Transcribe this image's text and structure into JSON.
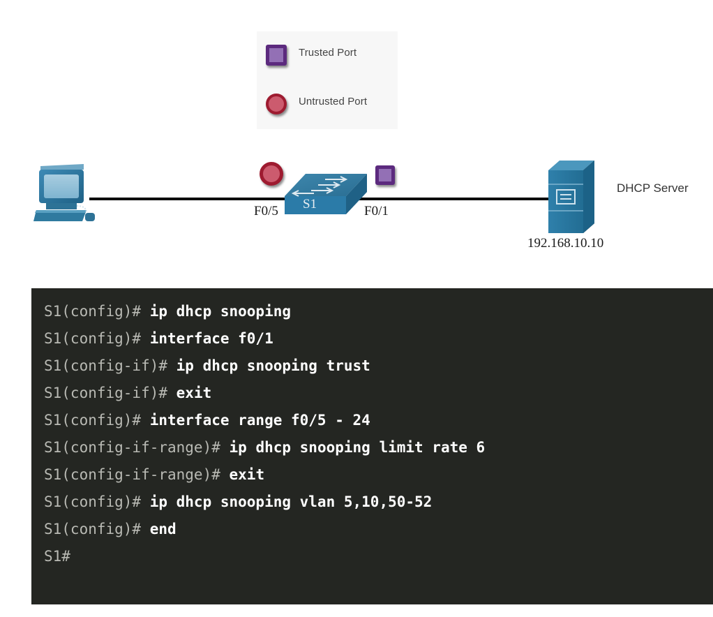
{
  "legend": {
    "items": [
      {
        "icon": "purple-square-icon",
        "label": "Trusted Port"
      },
      {
        "icon": "red-circle-icon",
        "label": "Untrusted Port"
      }
    ]
  },
  "topology": {
    "pc": {
      "icon": "desktop-computer-icon"
    },
    "switch": {
      "icon": "switch-icon",
      "name": "S1"
    },
    "server": {
      "icon": "server-icon",
      "name": "DHCP Server",
      "ip": "192.168.10.10"
    },
    "ports": [
      {
        "label": "F0/5",
        "marker": "red-circle-icon",
        "type": "untrusted"
      },
      {
        "label": "F0/1",
        "marker": "purple-square-icon",
        "type": "trusted"
      }
    ]
  },
  "terminal": {
    "lines": [
      {
        "prompt": "S1(config)# ",
        "cmd": "ip dhcp snooping"
      },
      {
        "prompt": "S1(config)# ",
        "cmd": "interface f0/1"
      },
      {
        "prompt": "S1(config-if)# ",
        "cmd": "ip dhcp snooping trust"
      },
      {
        "prompt": "S1(config-if)# ",
        "cmd": "exit"
      },
      {
        "prompt": "S1(config)# ",
        "cmd": "interface range f0/5 - 24"
      },
      {
        "prompt": "S1(config-if-range)# ",
        "cmd": "ip dhcp snooping limit rate 6"
      },
      {
        "prompt": "S1(config-if-range)# ",
        "cmd": "exit"
      },
      {
        "prompt": "S1(config)# ",
        "cmd": "ip dhcp snooping vlan 5,10,50-52"
      },
      {
        "prompt": "S1(config)# ",
        "cmd": "end"
      },
      {
        "prompt": "S1#",
        "cmd": ""
      }
    ]
  },
  "colors": {
    "trusted_fill": "#9370b5",
    "trusted_border": "#5c2a7e",
    "untrusted_fill": "#cc5b6e",
    "untrusted_border": "#9e1b30",
    "device_blue": "#2b7ba8",
    "terminal_bg": "#242622",
    "legend_bg": "#f7f7f7"
  }
}
